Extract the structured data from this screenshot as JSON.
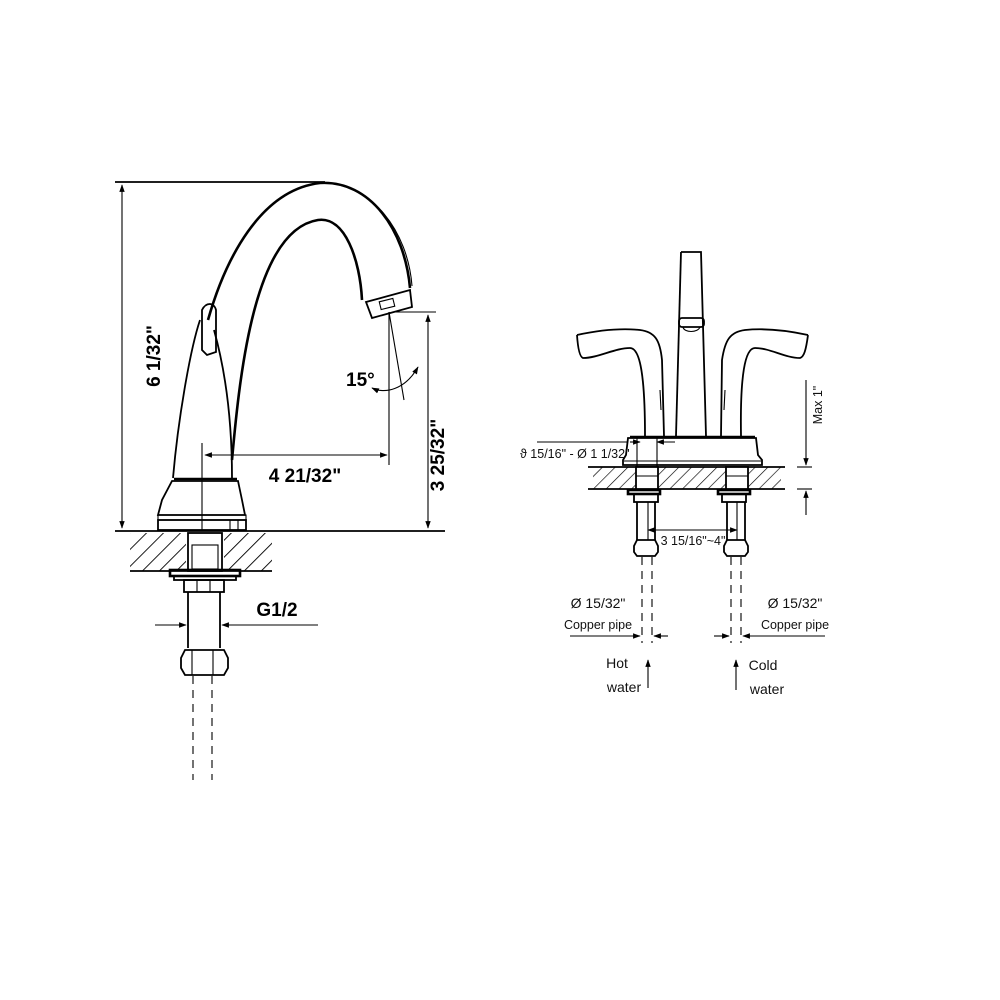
{
  "drawing": {
    "side_view": {
      "overall_height": "6 1/32\"",
      "spout_reach": "4 21/32\"",
      "spout_clearance": "3 25/32\"",
      "spout_angle": "15°",
      "thread_size": "G1/2"
    },
    "front_view": {
      "hole_diameter": "ϑ 15/16\" - Ø 1 1/32\"",
      "deck_thickness": "Max 1\"",
      "center_spacing": "3 15/16\"~4\"",
      "pipe_left": {
        "diameter": "Ø 15/32\"",
        "material": "Copper pipe",
        "label_line1": "Hot",
        "label_line2": "water"
      },
      "pipe_right": {
        "diameter": "Ø 15/32\"",
        "material": "Copper pipe",
        "label_line1": "Cold",
        "label_line2": "water"
      }
    },
    "colors": {
      "line": "#000000",
      "background": "#ffffff"
    }
  }
}
